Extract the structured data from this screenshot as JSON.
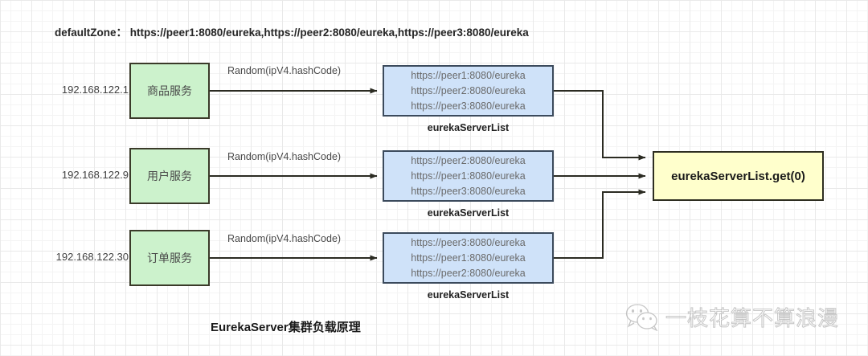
{
  "header": {
    "key": "defaultZone：",
    "value": "https://peer1:8080/eureka,https://peer2:8080/eureka,https://peer3:8080/eureka"
  },
  "rows": [
    {
      "ip": "192.168.122.1",
      "service": "商品服务",
      "edge_label": "Random(ipV4.hashCode)",
      "list": [
        "https://peer1:8080/eureka",
        "https://peer2:8080/eureka",
        "https://peer3:8080/eureka"
      ],
      "caption": "eurekaServerList"
    },
    {
      "ip": "192.168.122.9",
      "service": "用户服务",
      "edge_label": "Random(ipV4.hashCode)",
      "list": [
        "https://peer2:8080/eureka",
        "https://peer1:8080/eureka",
        "https://peer3:8080/eureka"
      ],
      "caption": "eurekaServerList"
    },
    {
      "ip": "192.168.122.30",
      "service": "订单服务",
      "edge_label": "Random(ipV4.hashCode)",
      "list": [
        "https://peer3:8080/eureka",
        "https://peer1:8080/eureka",
        "https://peer2:8080/eureka"
      ],
      "caption": "eurekaServerList"
    }
  ],
  "result": {
    "label": "eurekaServerList.get(0)"
  },
  "title": "EurekaServer集群负载原理",
  "watermark": {
    "icon": "wechat-icon",
    "text": "一枝花算不算浪漫"
  },
  "colors": {
    "service_fill": "#ccf2cc",
    "list_fill": "#cfe2f9",
    "result_fill": "#ffffcc",
    "stroke": "#2f2f22",
    "grid": "#e9e9e9"
  }
}
